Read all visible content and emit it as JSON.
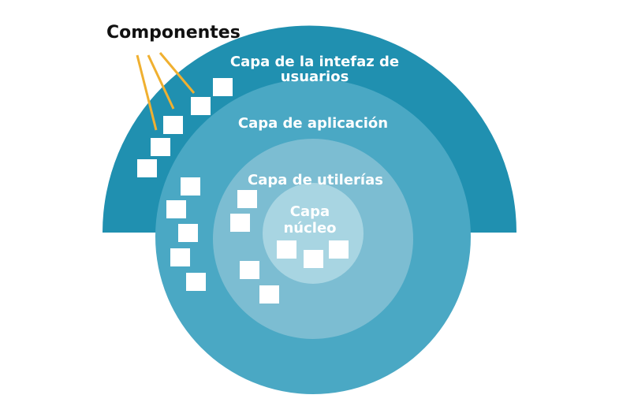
{
  "title": "Componentes",
  "layers": {
    "ui": {
      "label_line1": "Capa de la intefaz de",
      "label_line2": "usuarios",
      "color": "#2090b0"
    },
    "app": {
      "label": "Capa de aplicación",
      "color": "#4aa8c4"
    },
    "util": {
      "label": "Capa de utilerías",
      "color": "#7cbdd2"
    },
    "core": {
      "label_line1": "Capa",
      "label_line2": "núcleo",
      "color": "#a8d5e2"
    }
  },
  "component_color": "#ffffff",
  "pointer_color": "#f0b030"
}
